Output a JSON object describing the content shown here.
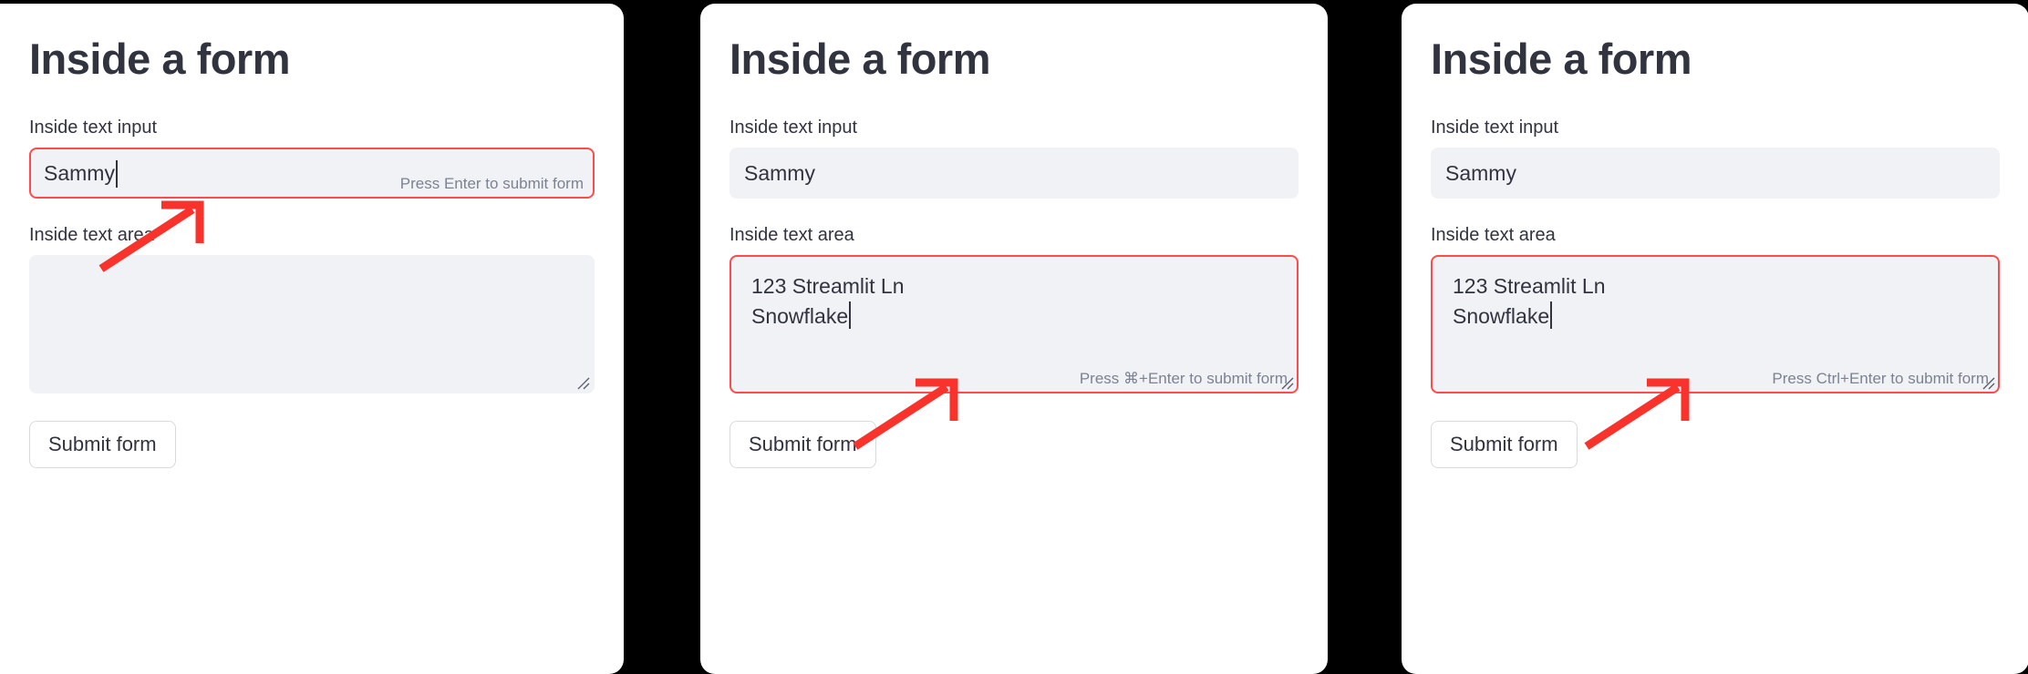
{
  "background_color": "#000000",
  "colors": {
    "card": "#ffffff",
    "input_background": "#f0f2f6",
    "focus_border": "#ff4b4b",
    "text": "#31333f",
    "hint_text": "#7d8290",
    "annotation_arrow": "#f9322c"
  },
  "panels": [
    {
      "id": "panel-text-input-focused",
      "title": "Inside a form",
      "text_input": {
        "label": "Inside text input",
        "value": "Sammy",
        "placeholder": "",
        "focused": true,
        "caret": true,
        "hint": "Press Enter to submit form"
      },
      "text_area": {
        "label": "Inside text area",
        "value": "",
        "placeholder": "",
        "focused": false,
        "caret": false,
        "hint": ""
      },
      "submit_label": "Submit form",
      "annotation": {
        "icon": "arrow-up-right-icon",
        "points_to": "Press Enter to submit form"
      }
    },
    {
      "id": "panel-text-area-focused-mac",
      "title": "Inside a form",
      "text_input": {
        "label": "Inside text input",
        "value": "Sammy",
        "placeholder": "",
        "focused": false,
        "caret": false,
        "hint": ""
      },
      "text_area": {
        "label": "Inside text area",
        "value": "123 Streamlit Ln\nSnowflake",
        "placeholder": "",
        "focused": true,
        "caret": true,
        "hint": "Press ⌘+Enter to submit form"
      },
      "submit_label": "Submit form",
      "annotation": {
        "icon": "arrow-up-right-icon",
        "points_to": "Press ⌘+Enter to submit form"
      }
    },
    {
      "id": "panel-text-area-focused-windows",
      "title": "Inside a form",
      "text_input": {
        "label": "Inside text input",
        "value": "Sammy",
        "placeholder": "",
        "focused": false,
        "caret": false,
        "hint": ""
      },
      "text_area": {
        "label": "Inside text area",
        "value": "123 Streamlit Ln\nSnowflake",
        "placeholder": "",
        "focused": true,
        "caret": true,
        "hint": "Press Ctrl+Enter to submit form"
      },
      "submit_label": "Submit form",
      "annotation": {
        "icon": "arrow-up-right-icon",
        "points_to": "Press Ctrl+Enter to submit form"
      }
    }
  ]
}
